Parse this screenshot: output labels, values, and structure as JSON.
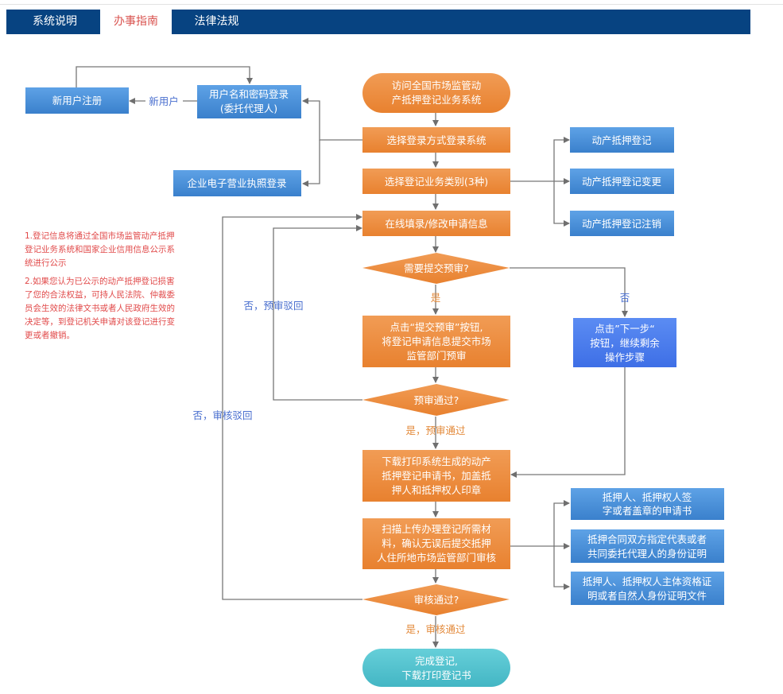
{
  "tabs": [
    {
      "label": "系统说明",
      "active": false
    },
    {
      "label": "办事指南",
      "active": true
    },
    {
      "label": "法律法规",
      "active": false
    }
  ],
  "colors": {
    "header_bg": "#074381",
    "active_tab_text": "#d9534f",
    "orange_box": "#ed8a3b",
    "blue_box": "#4a8fd6",
    "cyan_end": "#4fbfcd",
    "note_red": "#e14a4a",
    "label_blue": "#4a6fcf",
    "label_orange": "#e38a3b",
    "line_gray": "#7a7a7a"
  },
  "notes": [
    "1.登记信息将通过全国市场监管动产抵押登记业务系统和国家企业信用信息公示系统进行公示",
    "2.如果您认为已公示的动产抵押登记损害了您的合法权益，可持人民法院、仲裁委员会生效的法律文书或者人民政府生效的决定等，到登记机关申请对该登记进行变更或者撤销。"
  ],
  "flow": {
    "start": [
      "访问全国市场监管动",
      "产抵押登记业务系统"
    ],
    "select_login": [
      "选择登录方式登录系统"
    ],
    "select_type": [
      "选择登记业务类别(3种)"
    ],
    "fill_form": [
      "在线填录/修改申请信息"
    ],
    "need_prereview": [
      "需要提交预审?"
    ],
    "submit_prereview": [
      "点击“提交预审”按钮,",
      "将登记申请信息提交市场",
      "监管部门预审"
    ],
    "prereview_pass": [
      "预审通过?"
    ],
    "next_step": [
      "点击”下一步“",
      "按钮，继续剩余",
      "操作步骤"
    ],
    "download_print": [
      "下载打印系统生成的动产",
      "抵押登记申请书，加盖抵",
      "押人和抵押权人印章"
    ],
    "scan_upload": [
      "扫描上传办理登记所需材",
      "料，确认无误后提交抵押",
      "人住所地市场监管部门审核"
    ],
    "review_pass": [
      "审核通过?"
    ],
    "finish": [
      "完成登记,",
      "下载打印登记书"
    ],
    "password_login": [
      "用户名和密码登录",
      "(委托代理人)"
    ],
    "new_user_register": [
      "新用户注册"
    ],
    "license_login": [
      "企业电子营业执照登录"
    ],
    "type_register": [
      "动产抵押登记"
    ],
    "type_change": [
      "动产抵押登记变更"
    ],
    "type_cancel": [
      "动产抵押登记注销"
    ],
    "doc_application": [
      "抵押人、抵押权人签",
      "字或者盖章的申请书"
    ],
    "doc_identity": [
      "抵押合同双方指定代表或者",
      "共同委托代理人的身份证明"
    ],
    "doc_qualification": [
      "抵押人、抵押权人主体资格证",
      "明或者自然人身份证明文件"
    ]
  },
  "labels": {
    "new_user": "新用户",
    "yes": "是",
    "no": "否",
    "no_prereview_reject": "否，预审驳回",
    "no_review_reject": "否，审核驳回",
    "yes_prereview_pass": "是，预审通过",
    "yes_review_pass": "是，审核通过"
  }
}
